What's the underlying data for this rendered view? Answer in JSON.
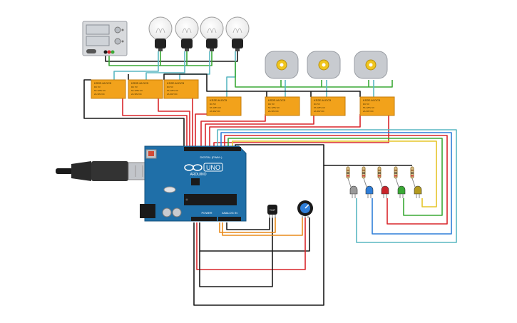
{
  "power_supply": {
    "display_top": "",
    "display_bottom": ""
  },
  "relay": {
    "label": "KS2E-M-DC5",
    "spec_1": "DC 5V",
    "spec_2": "5A 125V AC",
    "spec_3": "2A 30V DC"
  },
  "arduino": {
    "brand": "ARDUINO",
    "model": "UNO",
    "digital_header": "DIGITAL (PWM~)",
    "power_header": "POWER",
    "analog_header": "ANALOG IN"
  },
  "sensor": {
    "label": "TMP"
  },
  "colors": {
    "wire_black": "#1a1a1a",
    "wire_red": "#d8262b",
    "wire_green": "#3aa935",
    "wire_teal": "#5ab7c2",
    "wire_orange": "#e88a1a",
    "wire_yellow": "#e5c52a",
    "wire_blue": "#2f7ed8",
    "board_blue": "#1f6fa8",
    "relay_orange": "#f2a21b",
    "motor_grey": "#c8cbd0"
  }
}
